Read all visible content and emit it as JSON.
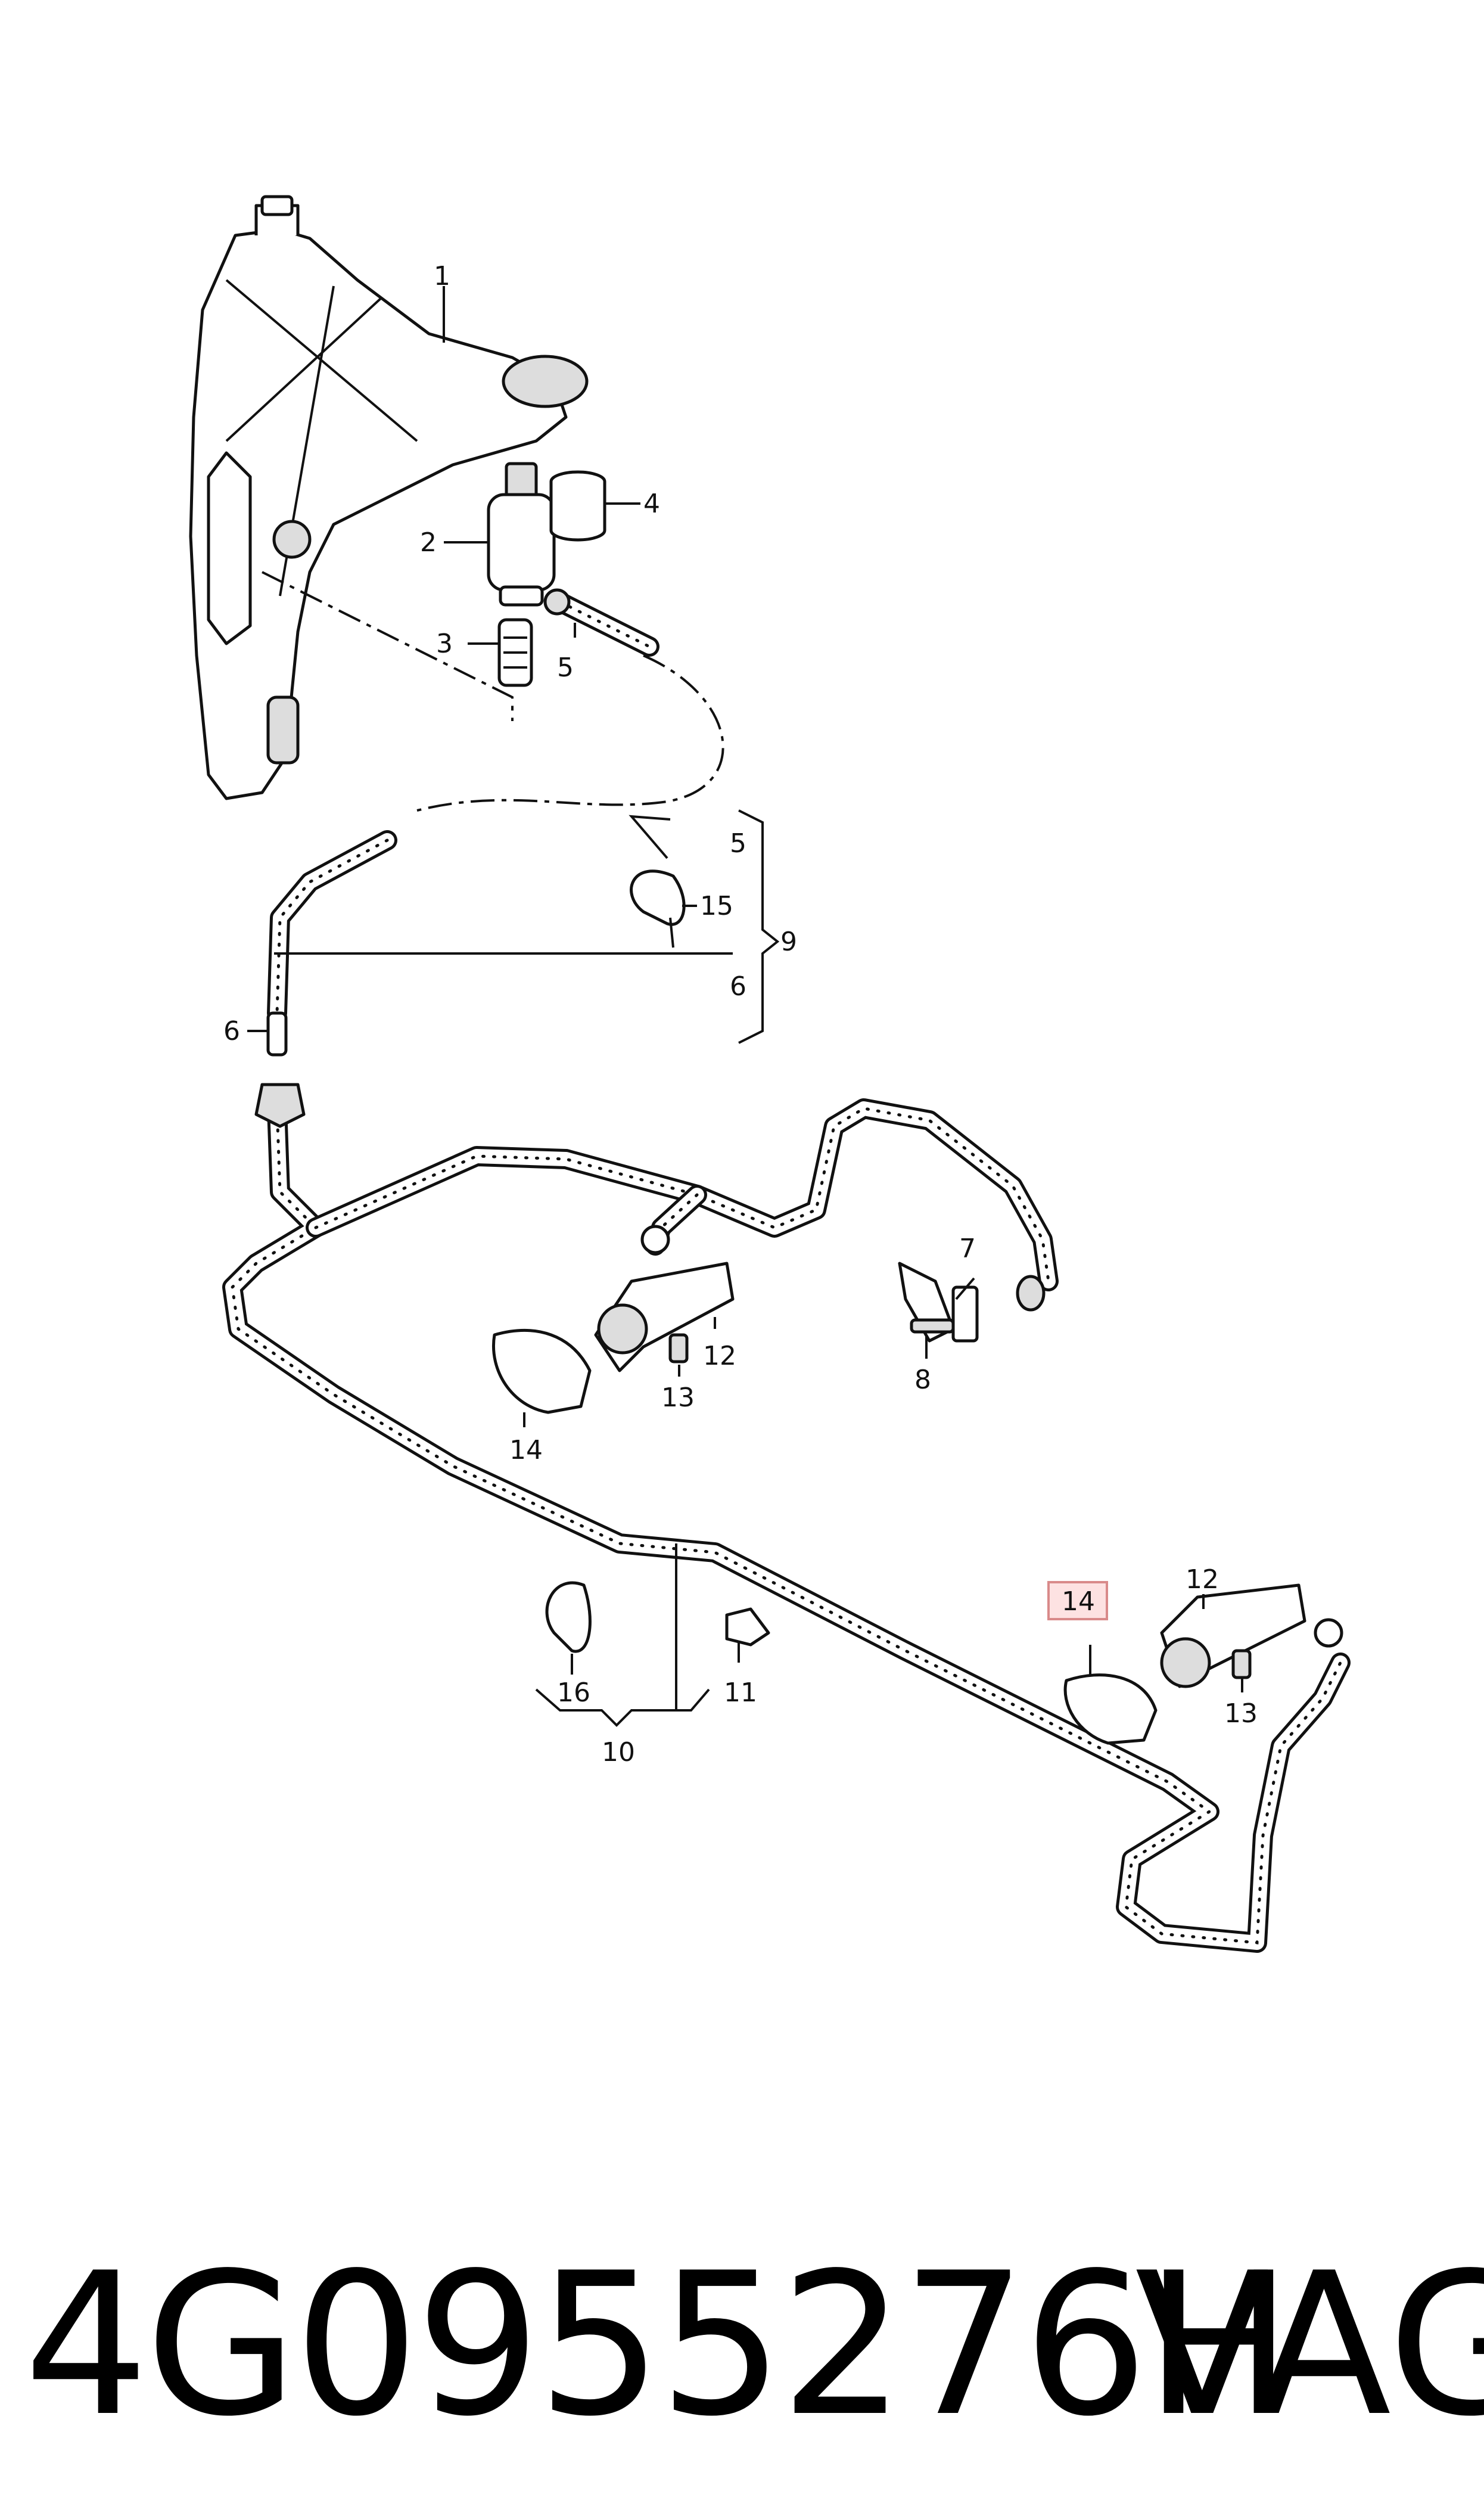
{
  "callouts": {
    "c1": "1",
    "c2": "2",
    "c3": "3",
    "c4": "4",
    "c5a": "5",
    "c5b": "5",
    "c6a": "6",
    "c6b": "6",
    "c7": "7",
    "c8": "8",
    "c9": "9",
    "c10": "10",
    "c11": "11",
    "c12a": "12",
    "c12b": "12",
    "c13a": "13",
    "c13b": "13",
    "c14a": "14",
    "c14b": "14",
    "c15": "15",
    "c16": "16"
  },
  "footer": {
    "part_number": "4G0955276H",
    "brand": "VAG"
  },
  "colors": {
    "highlight_fill": "#fde2e2",
    "highlight_border": "#d98a8a"
  }
}
